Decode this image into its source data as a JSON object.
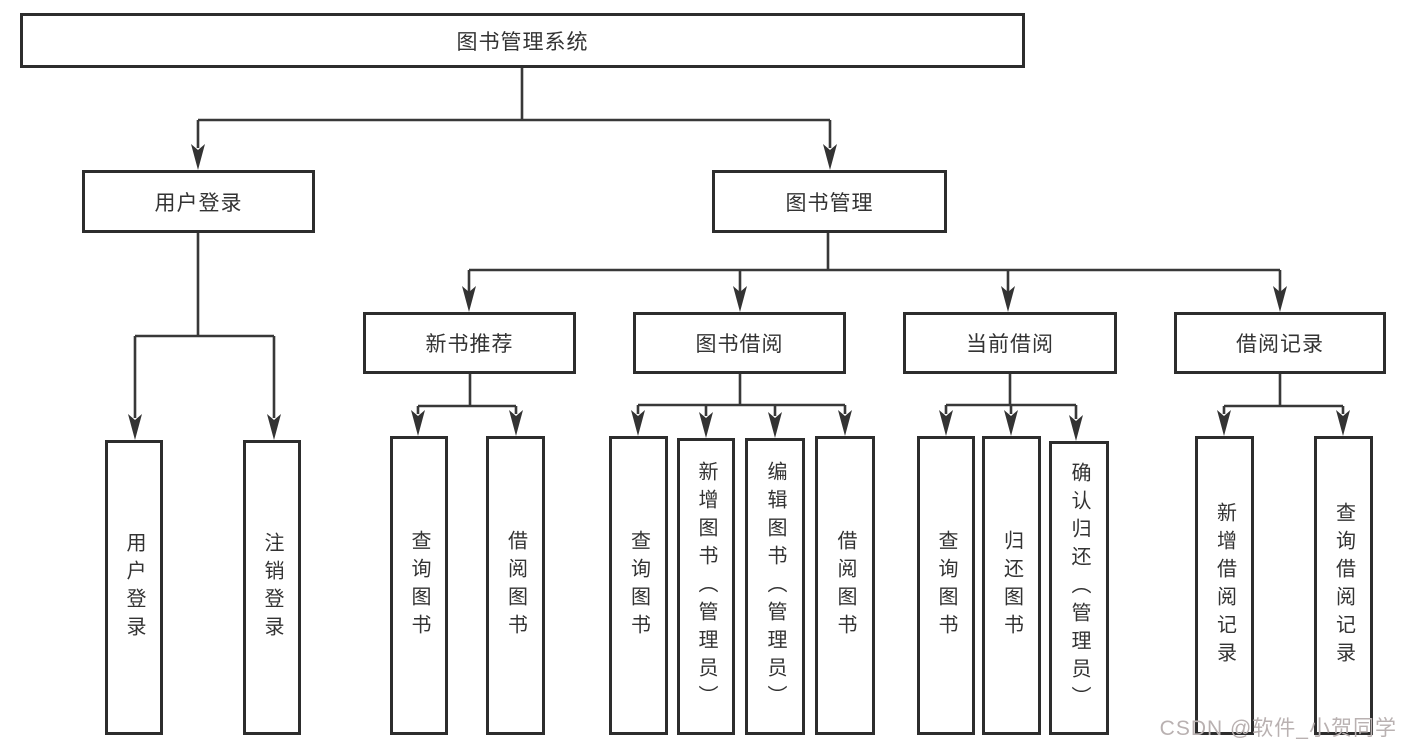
{
  "colors": {
    "box_border": "#2d2d2d",
    "connector_line": "#383838",
    "text": "#333333",
    "watermark": "#b9b1b1",
    "background": "#ffffff"
  },
  "watermark": {
    "text": "CSDN @软件_小贺同学"
  },
  "tree": {
    "label": "图书管理系统",
    "children": [
      {
        "label": "用户登录",
        "children": [
          {
            "label": "用户登录"
          },
          {
            "label": "注销登录"
          }
        ]
      },
      {
        "label": "图书管理",
        "children": [
          {
            "label": "新书推荐",
            "children": [
              {
                "label": "查询图书"
              },
              {
                "label": "借阅图书"
              }
            ]
          },
          {
            "label": "图书借阅",
            "children": [
              {
                "label": "查询图书"
              },
              {
                "label": "新增图书（管理员）"
              },
              {
                "label": "编辑图书（管理员）"
              },
              {
                "label": "借阅图书"
              }
            ]
          },
          {
            "label": "当前借阅",
            "children": [
              {
                "label": "查询图书"
              },
              {
                "label": "归还图书"
              },
              {
                "label": "确认归还（管理员）"
              }
            ]
          },
          {
            "label": "借阅记录",
            "children": [
              {
                "label": "新增借阅记录"
              },
              {
                "label": "查询借阅记录"
              }
            ]
          }
        ]
      }
    ]
  }
}
